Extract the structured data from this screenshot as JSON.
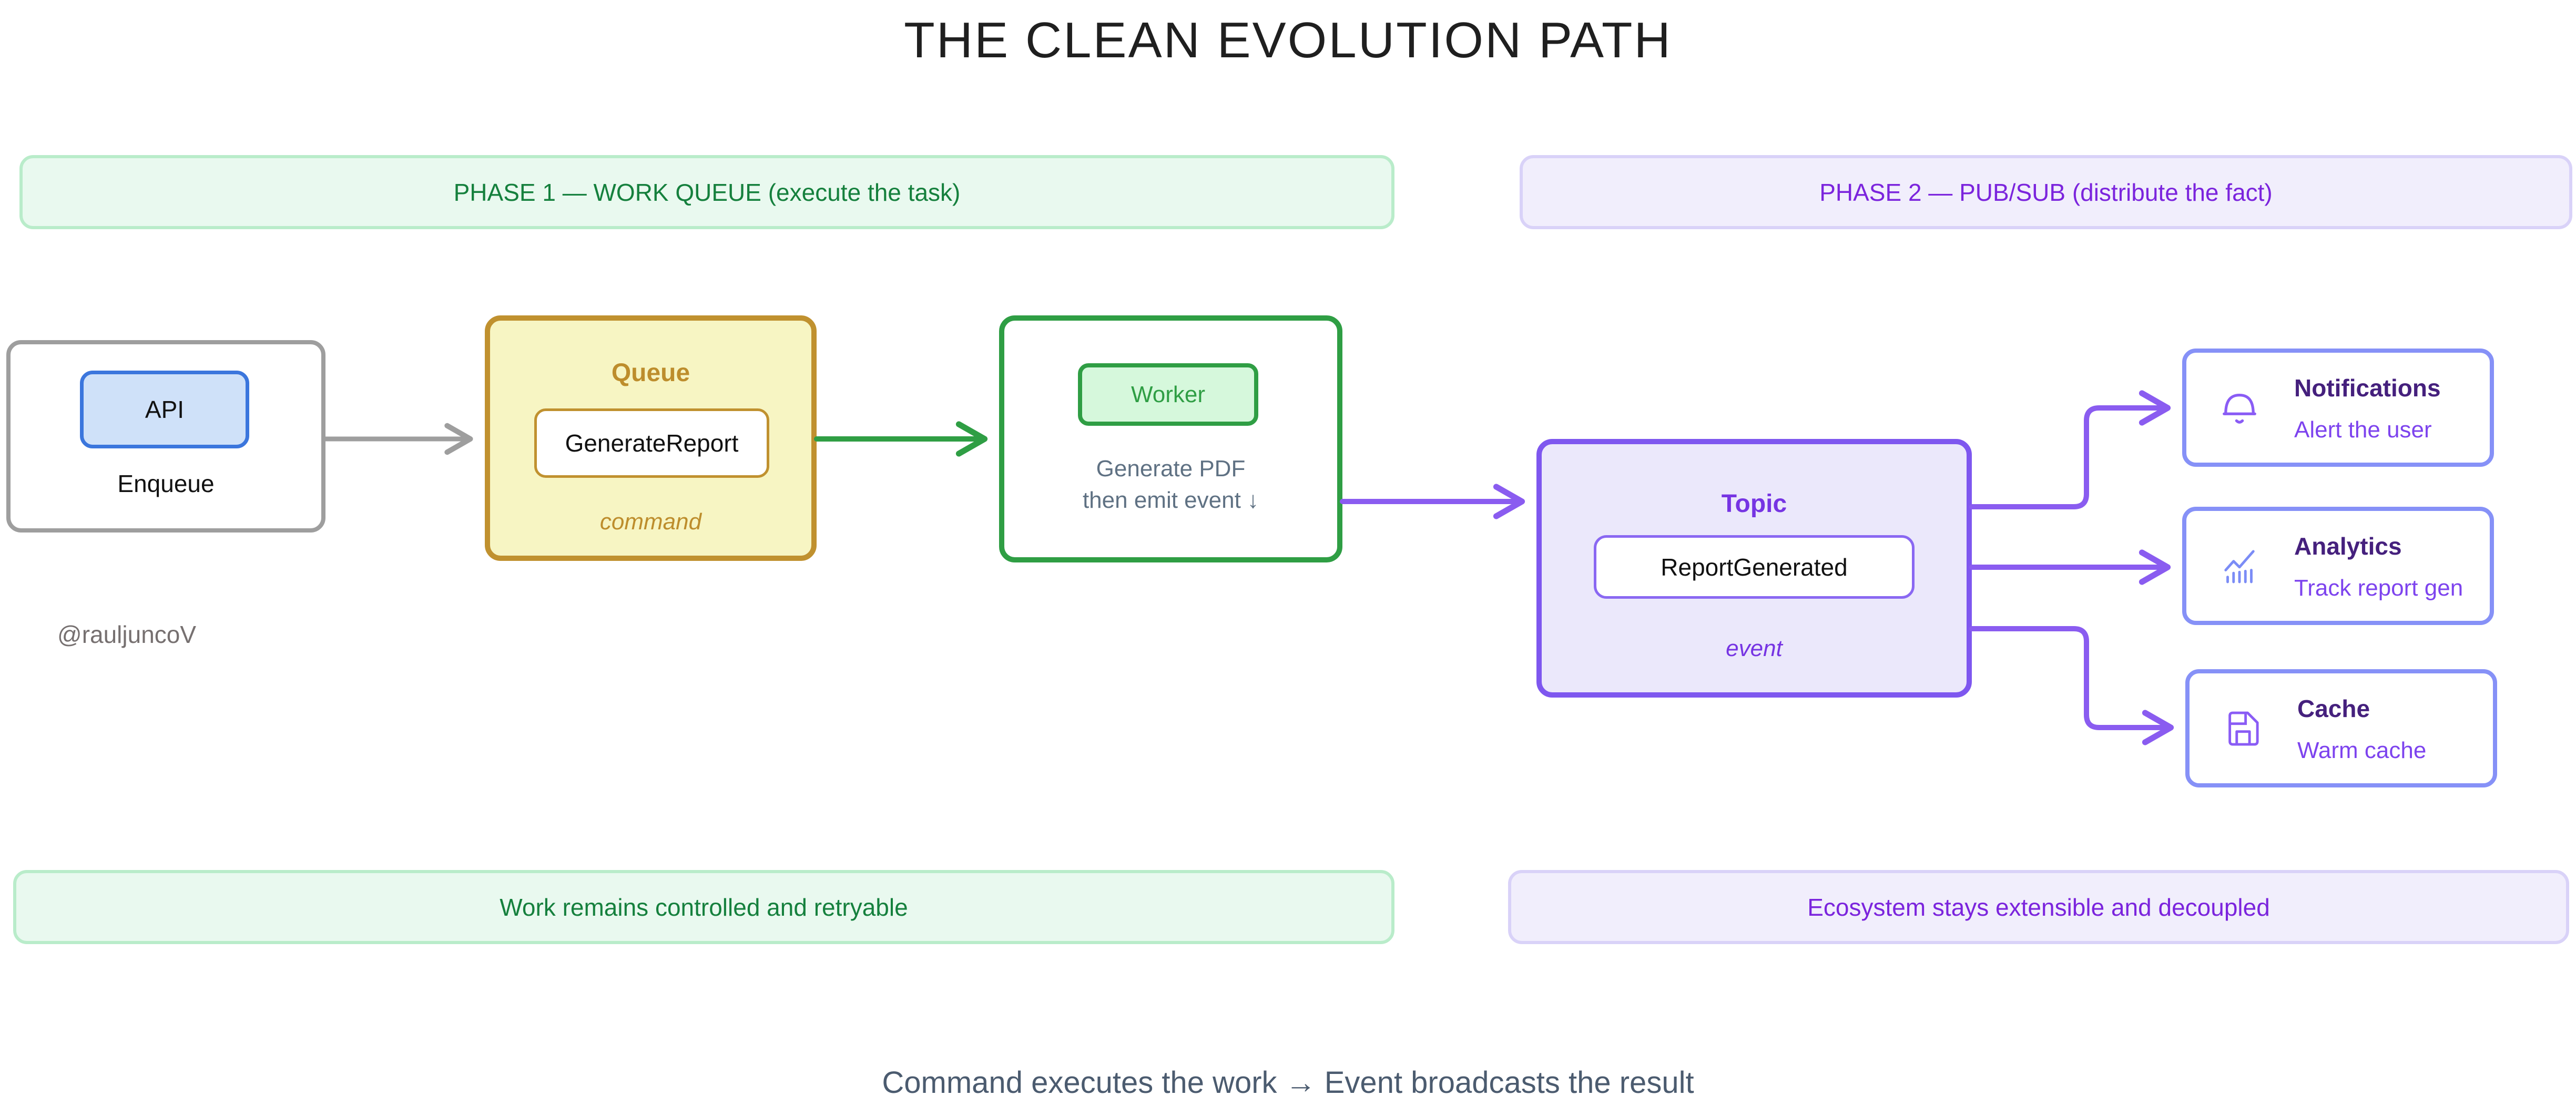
{
  "title": "THE CLEAN EVOLUTION PATH",
  "watermark": "@rauljuncoV",
  "caption": "Command executes the work → Event broadcasts the result",
  "phases": {
    "phase1_label": "PHASE 1 — WORK QUEUE (execute the task)",
    "phase2_label": "PHASE 2 — PUB/SUB (distribute the fact)"
  },
  "footers": {
    "work_queue": "Work remains controlled and retryable",
    "pubsub": "Ecosystem stays extensible and decoupled"
  },
  "nodes": {
    "api": {
      "chip": "API",
      "label": "Enqueue"
    },
    "queue": {
      "title": "Queue",
      "chip": "GenerateReport",
      "tag": "command"
    },
    "worker": {
      "chip": "Worker",
      "desc_line1": "Generate PDF",
      "desc_line2": "then emit event ↓"
    },
    "topic": {
      "title": "Topic",
      "chip": "ReportGenerated",
      "tag": "event"
    },
    "subscribers": [
      {
        "title": "Notifications",
        "subtitle": "Alert the user",
        "icon": "bell-icon"
      },
      {
        "title": "Analytics",
        "subtitle": "Track report gen",
        "icon": "chart-icon"
      },
      {
        "title": "Cache",
        "subtitle": "Warm cache",
        "icon": "floppy-disk-icon"
      }
    ]
  },
  "colors": {
    "phase1_text": "#15803d",
    "phase1_fill": "#e9f9ef",
    "phase1_border": "#b9ecca",
    "phase2_text": "#7b24dd",
    "phase2_fill": "#f1eefc",
    "phase2_border": "#d9d2f8",
    "queue_border": "#c0912f",
    "queue_fill": "#f7f5c3",
    "worker_green": "#2f9e44",
    "worker_chip_fill": "#d6f8dc",
    "api_chip_fill": "#cfe1f9",
    "api_chip_border": "#3b76dd",
    "api_outer_border": "#9e9e9e",
    "topic_fill": "#ebe8fb",
    "topic_border": "#7e57ef",
    "topic_text": "#7634e3",
    "subscriber_border": "#8691f7",
    "subscriber_title": "#45207d",
    "subscriber_subtitle": "#7d43ee",
    "arrow_gray": "#9e9e9e",
    "arrow_green": "#2f9e44",
    "arrow_purple": "#8a5cf0",
    "caption_text": "#4b5b6f",
    "desc_text": "#5f7183"
  }
}
